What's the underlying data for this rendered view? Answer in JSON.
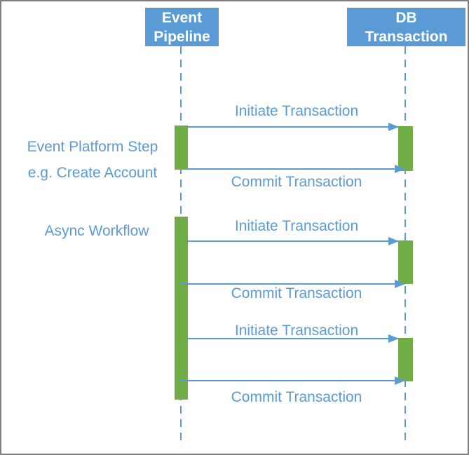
{
  "diagram": {
    "type": "sequence",
    "actors": {
      "left": {
        "label": "Event Pipeline"
      },
      "right": {
        "label": "DB Transaction"
      }
    },
    "annotations": {
      "step": {
        "line1": "Event Platform Step",
        "line2": "e.g. Create Account"
      },
      "workflow": {
        "line1": "Async Workflow"
      }
    },
    "messages": [
      {
        "label": "Initiate Transaction",
        "from": "Event Pipeline",
        "to": "DB Transaction"
      },
      {
        "label": "Commit Transaction",
        "from": "Event Pipeline",
        "to": "DB Transaction"
      },
      {
        "label": "Initiate Transaction",
        "from": "Event Pipeline",
        "to": "DB Transaction"
      },
      {
        "label": "Commit Transaction",
        "from": "Event Pipeline",
        "to": "DB Transaction"
      },
      {
        "label": "Initiate Transaction",
        "from": "Event Pipeline",
        "to": "DB Transaction"
      },
      {
        "label": "Commit Transaction",
        "from": "Event Pipeline",
        "to": "DB Transaction"
      }
    ],
    "colors": {
      "actor_fill": "#5b9bd5",
      "actor_text": "#ffffff",
      "activation_fill": "#70ad47",
      "line_color": "#5b9bd5",
      "label_color": "#5b9bd5",
      "border_color": "#7f7f7f",
      "background": "#ffffff"
    }
  }
}
